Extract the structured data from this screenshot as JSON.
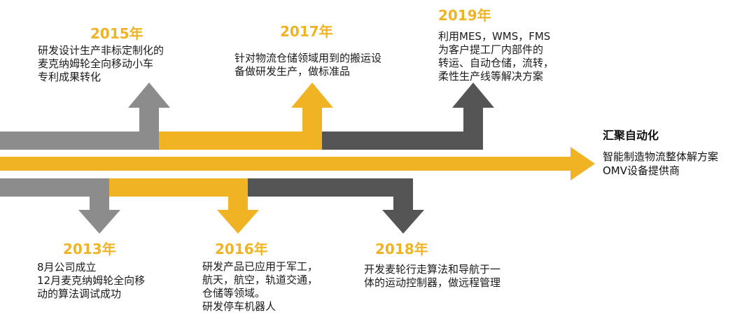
{
  "colors": {
    "gold": "#F0B323",
    "gray": "#8C8C8C",
    "dark": "#555555"
  },
  "milestones": [
    {
      "year": "2015年",
      "text": " 研发设计生产非标定制化的\n麦克纳姆轮全向移动小车\n专利成果转化"
    },
    {
      "year": "2017年",
      "text": "针对物流仓储领域用到的搬运设\n备做研发生产，做标准品"
    },
    {
      "year": "2019年",
      "text": "利用MES，WMS，FMS\n为客户提工厂内部件的\n转运、自动仓储，流转，\n柔性生产线等解决方案"
    },
    {
      "year": "2013年",
      "text": "8月公司成立\n12月麦克纳姆轮全向移\n动的算法调试成功"
    },
    {
      "year": "2016年",
      "text": "研发产品已应用于军工，\n航天，航空，轨道交通，\n仓储等领域。\n研发停车机器人"
    },
    {
      "year": "2018年",
      "text": "开发麦轮行走算法和导航于一\n体的运动控制器，做远程管理"
    }
  ],
  "goal": {
    "title": "汇聚自动化",
    "line1": "智能制造物流整体解方案",
    "line2": "OMV设备提供商"
  }
}
